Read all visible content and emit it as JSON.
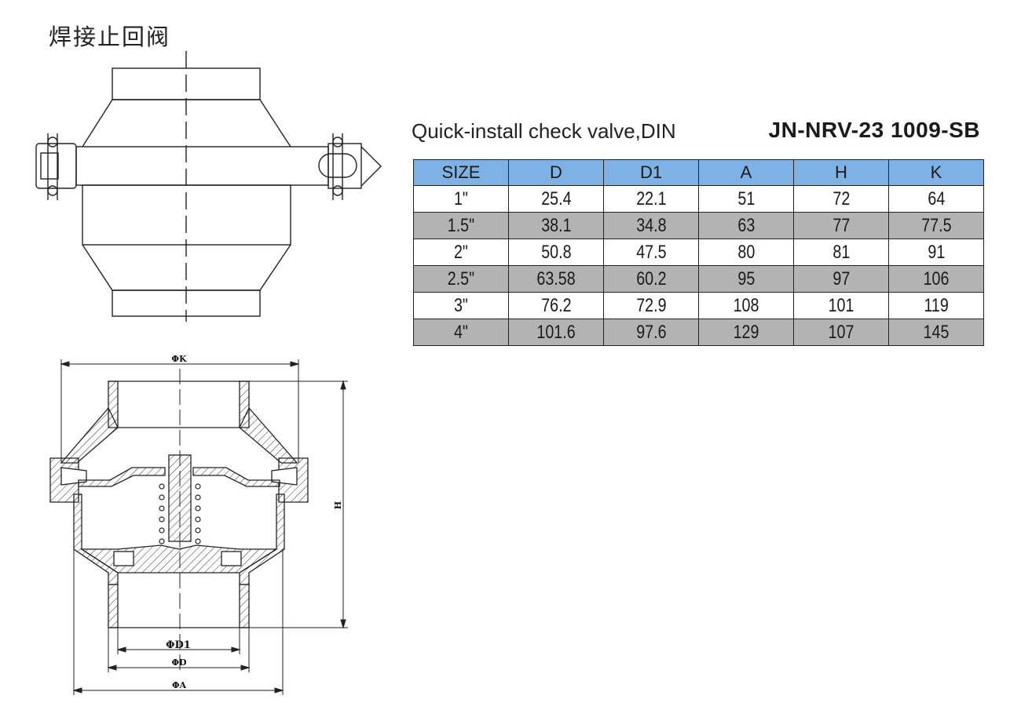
{
  "title_cn": "焊接止回阀",
  "spec": {
    "title": "Quick-install check valve,DIN",
    "model": "JN-NRV-23 1009-SB",
    "header_color": "#7eb2e4",
    "shade_color": "#b3b3b3",
    "columns": [
      "SIZE",
      "D",
      "D1",
      "A",
      "H",
      "K"
    ],
    "rows": [
      [
        "1\"",
        "25.4",
        "22.1",
        "51",
        "72",
        "64"
      ],
      [
        "1.5\"",
        "38.1",
        "34.8",
        "63",
        "77",
        "77.5"
      ],
      [
        "2\"",
        "50.8",
        "47.5",
        "80",
        "81",
        "91"
      ],
      [
        "2.5\"",
        "63.58",
        "60.2",
        "95",
        "97",
        "106"
      ],
      [
        "3\"",
        "76.2",
        "72.9",
        "108",
        "101",
        "119"
      ],
      [
        "4\"",
        "101.6",
        "97.6",
        "129",
        "107",
        "145"
      ]
    ]
  },
  "dimensions": {
    "k": "ΦK",
    "h": "H",
    "d1": "ΦD1",
    "d": "ΦD",
    "a": "ΦA"
  }
}
